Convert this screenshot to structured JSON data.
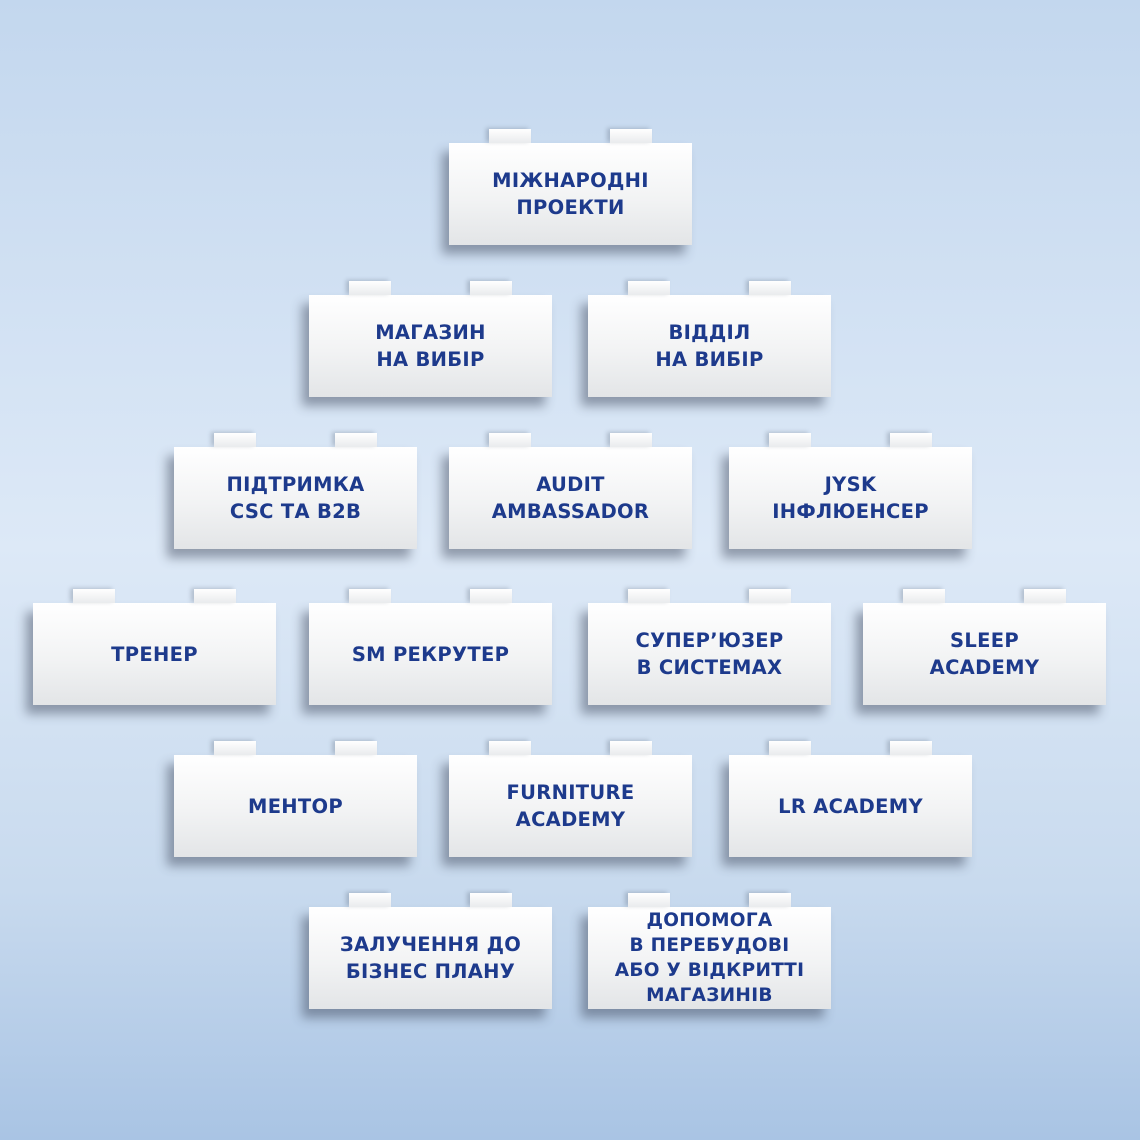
{
  "blocks": [
    {
      "text": "МІЖНАРОДНІ\nПРОЕКТИ"
    },
    {
      "text": "МАГАЗИН\nНА ВИБІР"
    },
    {
      "text": "ВІДДІЛ\nНА ВИБІР"
    },
    {
      "text": "ПІДТРИМКА\nCSC ТА B2B"
    },
    {
      "text": "AUDIT\nAMBASSADOR"
    },
    {
      "text": "JYSK\nІНФЛЮЕНСЕР"
    },
    {
      "text": "ТРЕНЕР"
    },
    {
      "text": "SM РЕКРУТЕР"
    },
    {
      "text": "СУПЕР’ЮЗЕР\nВ СИСТЕМАХ"
    },
    {
      "text": "SLEEP\nACADEMY"
    },
    {
      "text": "МЕНТОР"
    },
    {
      "text": "FURNITURE\nACADEMY"
    },
    {
      "text": "LR ACADEMY"
    },
    {
      "text": "ЗАЛУЧЕННЯ ДО\nБІЗНЕС ПЛАНУ"
    },
    {
      "text": "ДОПОМОГА\nВ ПЕРЕБУДОВІ\nАБО У ВІДКРИТТІ\nМАГАЗИНІВ"
    }
  ]
}
